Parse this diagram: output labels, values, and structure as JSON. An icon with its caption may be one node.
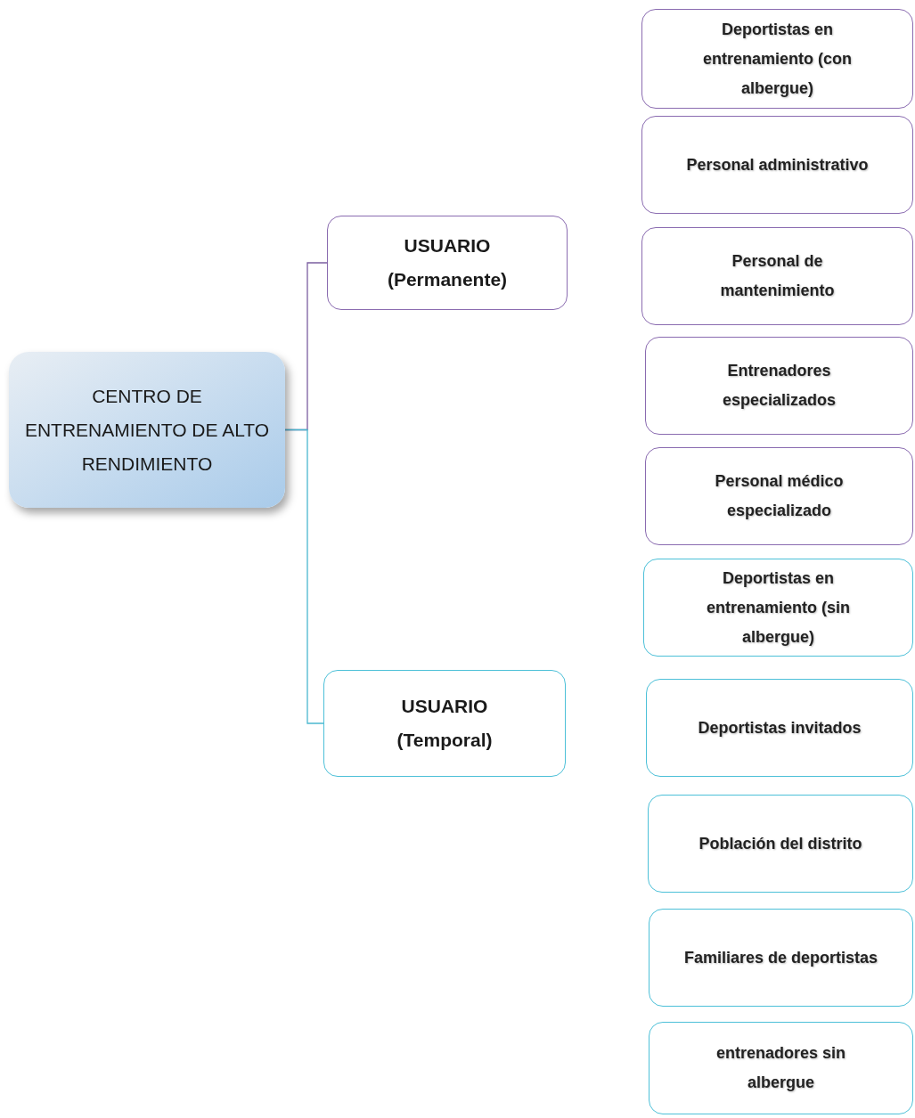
{
  "diagram": {
    "nodes": [
      {
        "text": [
          "CENTRO DE ENTRENAMIENTO DE ALTO RENDIMIENTO"
        ]
      },
      {
        "text": [
          "USUARIO (Permanente)"
        ]
      },
      {
        "text": [
          "USUARIO (Temporal)"
        ]
      },
      {
        "text": [
          "Deportistas en entrenamiento (con albergue)"
        ]
      },
      {
        "text": [
          "Personal administrativo"
        ]
      },
      {
        "text": [
          "Personal de mantenimiento"
        ]
      },
      {
        "text": [
          "Entrenadores especializados"
        ]
      },
      {
        "text": [
          "Personal médico especializado"
        ]
      },
      {
        "text": [
          "Deportistas en entrenamiento (sin albergue)"
        ]
      },
      {
        "text": [
          "Deportistas invitados"
        ]
      },
      {
        "text": [
          "Población del distrito"
        ]
      },
      {
        "text": [
          "Familiares de deportistas"
        ]
      },
      {
        "text": [
          "entrenadores sin albergue"
        ]
      }
    ],
    "edges": [
      {
        "from": 0,
        "to": 1,
        "arrow": "none",
        "color": "#7b5fa0"
      },
      {
        "from": 0,
        "to": 2,
        "arrow": "none",
        "color": "#4bb8d0"
      }
    ]
  }
}
